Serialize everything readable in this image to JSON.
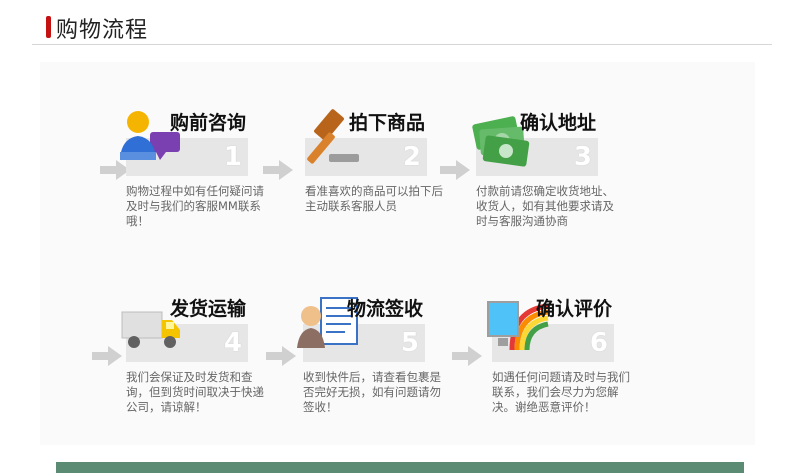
{
  "header": {
    "title": "购物流程"
  },
  "steps": [
    {
      "num": "1",
      "title": "购前咨询",
      "desc": "购物过程中如有任何疑问请及时与我们的客服MM联系哦！",
      "icon": "customer-service-icon"
    },
    {
      "num": "2",
      "title": "拍下商品",
      "desc": "看准喜欢的商品可以拍下后主动联系客服人员",
      "icon": "auction-hammer-icon"
    },
    {
      "num": "3",
      "title": "确认地址",
      "desc": "付款前请您确定收货地址、收货人，如有其他要求请及时与客服沟通协商",
      "icon": "money-icon"
    },
    {
      "num": "4",
      "title": "发货运输",
      "desc": "我们会保证及时发货和查询，但到货时间取决于快递公司，请谅解！",
      "icon": "delivery-truck-icon"
    },
    {
      "num": "5",
      "title": "物流签收",
      "desc": "收到快件后，请查看包裹是否完好无损，如有问题请勿签收！",
      "icon": "sign-document-icon"
    },
    {
      "num": "6",
      "title": "确认评价",
      "desc": "如遇任何问题请及时与我们联系，我们会尽力为您解决。谢绝恶意评价！",
      "icon": "rainbow-monitor-icon"
    }
  ],
  "colors": {
    "accent": "#c41212",
    "footer": "#5c8b74",
    "arrow": "#d0d0d0",
    "tile": "#e6e6e6"
  }
}
